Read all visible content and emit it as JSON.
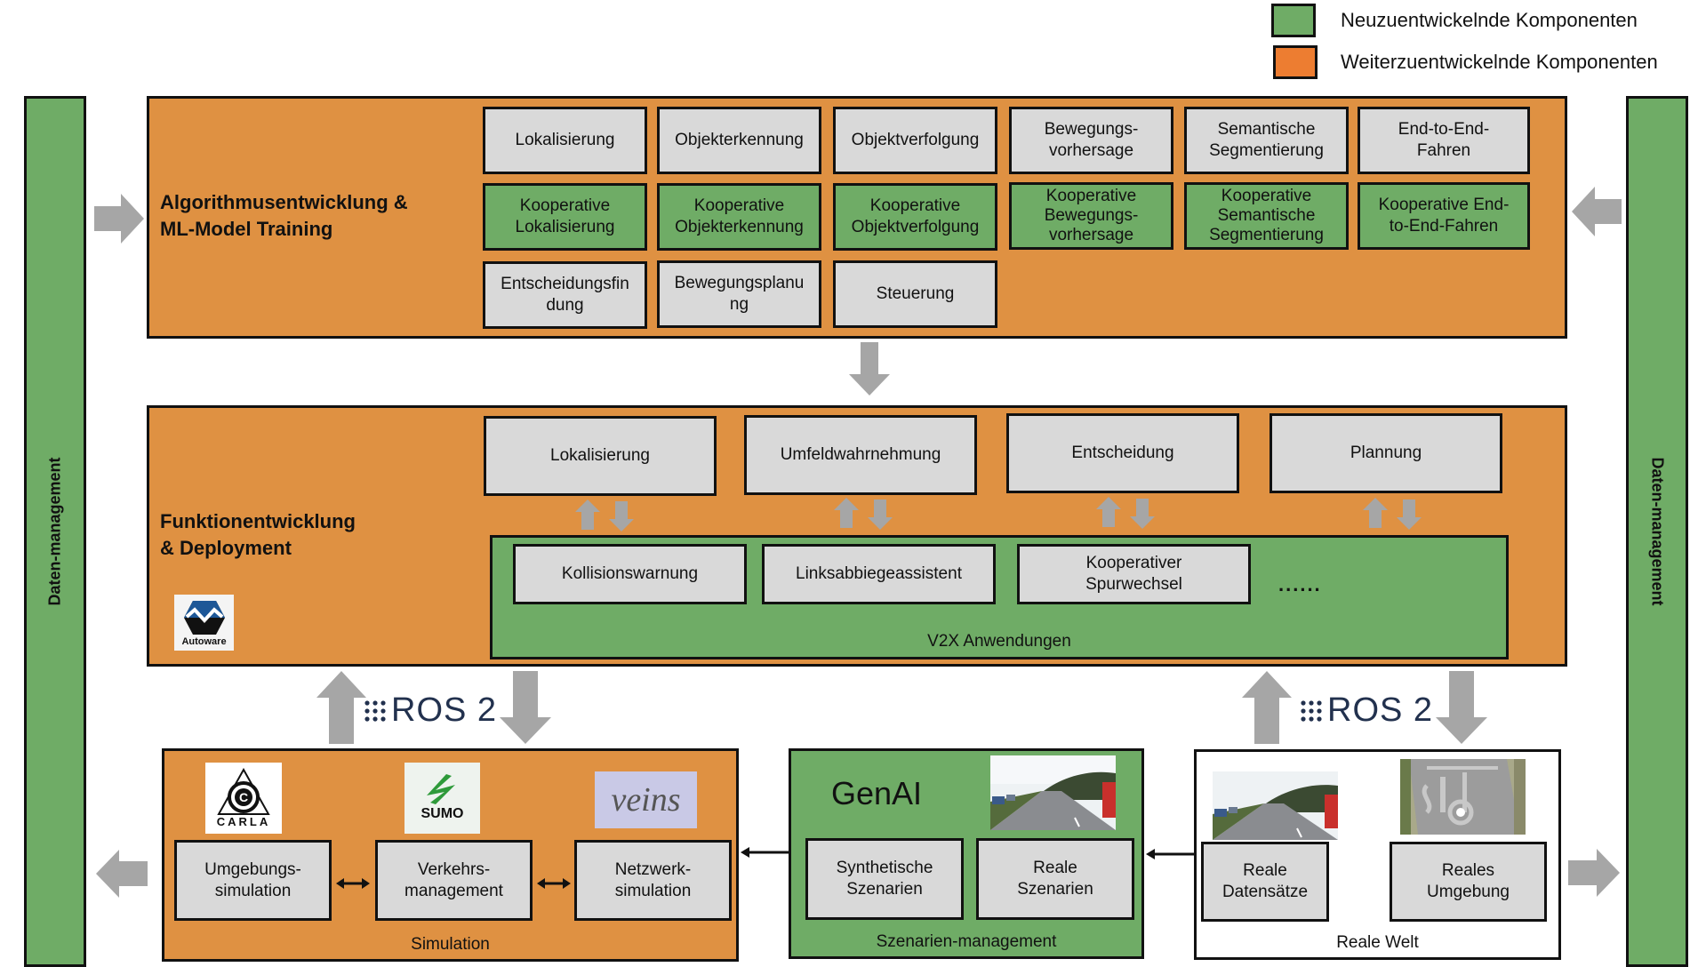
{
  "legend": [
    {
      "label": "Neuzuentwickelnde Komponenten",
      "color": "#6fac66"
    },
    {
      "label": "Weiterzuentwickelnde Komponenten",
      "color": "#ed7d31"
    }
  ],
  "colors": {
    "orange": "#df9142",
    "green": "#6fac66",
    "gray": "#d9d9d9",
    "arrow": "#a6a6a6",
    "ros_blue": "#22314e"
  },
  "side_bars": {
    "left_label": "Daten-management",
    "right_label": "Daten-management"
  },
  "algorithm_section": {
    "title_line1": "Algorithmusentwicklung &",
    "title_line2": "ML-Model Training",
    "row1": [
      "Lokalisierung",
      "Objekterkennung",
      "Objektverfolgung",
      "Bewegungs-\nvorhersage",
      "Semantische\nSegmentierung",
      "End-to-End-\nFahren"
    ],
    "row2": [
      "Kooperative\nLokalisierung",
      "Kooperative\nObjekterkennung",
      "Kooperative\nObjektverfolgung",
      "Kooperative\nBewegungs-\nvorhersage",
      "Kooperative\nSemantische\nSegmentierung",
      "Kooperative End-\nto-End-Fahren"
    ],
    "row3": [
      "Entscheidungsfin\ndung",
      "Bewegungsplanu\nng",
      "Steuerung"
    ]
  },
  "function_section": {
    "title_line1": "Funktionentwicklung",
    "title_line2": "& Deployment",
    "modules": [
      "Lokalisierung",
      "Umfeldwahrnehmung",
      "Entscheidung",
      "Plannung"
    ],
    "autoware_logo_text": "Autoware",
    "v2x": {
      "label": "V2X Anwendungen",
      "apps": [
        "Kollisionswarnung",
        "Linksabbiegeassistent",
        "Kooperativer\nSpurwechsel"
      ],
      "more": "......"
    }
  },
  "ros": {
    "left_label": "ROS 2",
    "right_label": "ROS 2"
  },
  "simulation": {
    "caption": "Simulation",
    "tools": [
      {
        "logo": "CARLA",
        "label": "Umgebungs-\nsimulation"
      },
      {
        "logo": "SUMO",
        "label": "Verkehrs-\nmanagement"
      },
      {
        "logo": "veins",
        "label": "Netzwerk-\nsimulation"
      }
    ]
  },
  "scenario_management": {
    "caption": "Szenarien-management",
    "heading": "GenAI",
    "boxes": [
      "Synthetische\nSzenarien",
      "Reale\nSzenarien"
    ]
  },
  "real_world": {
    "caption": "Reale Welt",
    "boxes": [
      "Reale\nDatensätze",
      "Reales\nUmgebung"
    ]
  }
}
